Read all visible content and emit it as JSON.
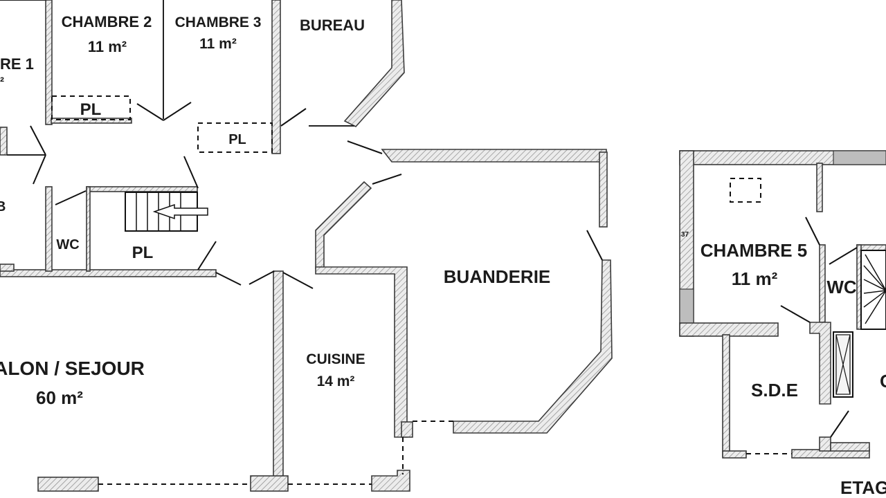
{
  "plan": {
    "rooms": {
      "chambre1": {
        "name": "RE 1",
        "area": "²"
      },
      "chambre2": {
        "name": "CHAMBRE 2",
        "area": "11 m²"
      },
      "chambre3": {
        "name": "CHAMBRE 3",
        "area": "11 m²"
      },
      "bureau": {
        "name": "BUREAU"
      },
      "pl1": {
        "name": "PL"
      },
      "pl2": {
        "name": "PL"
      },
      "pl3": {
        "name": "PL"
      },
      "wc1": {
        "name": "WC"
      },
      "b": {
        "name": "B"
      },
      "salon": {
        "name": "ALON / SEJOUR",
        "area": "60 m²"
      },
      "cuisine": {
        "name": "CUISINE",
        "area": "14 m²"
      },
      "buanderie": {
        "name": "BUANDERIE"
      },
      "chambre5": {
        "name": "CHAMBRE 5",
        "area": "11 m²"
      },
      "wc2": {
        "name": "WC"
      },
      "sde": {
        "name": "S.D.E"
      },
      "c_partial": {
        "name": "C"
      },
      "etage": {
        "name": "ETAG"
      },
      "dim37": {
        "name": "37"
      }
    }
  }
}
